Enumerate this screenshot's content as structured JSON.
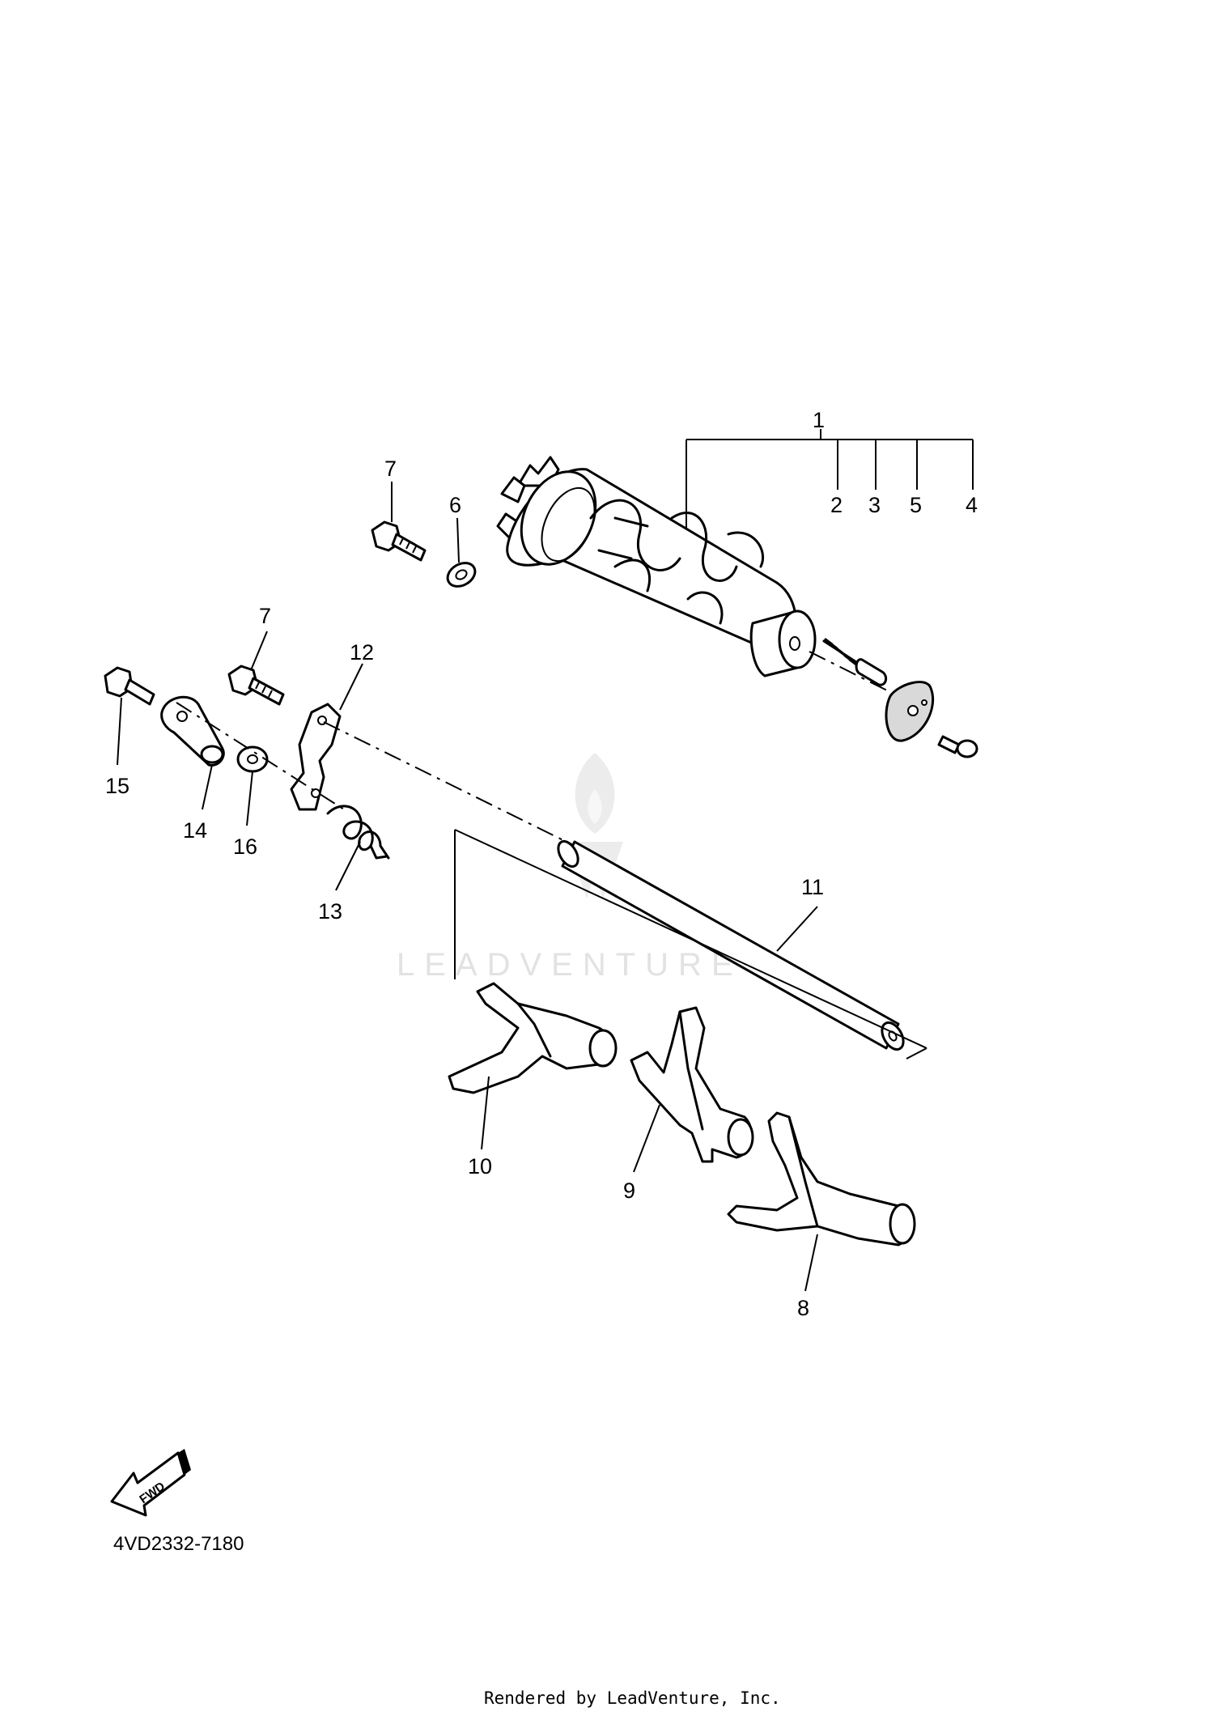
{
  "callouts": {
    "c1": "1",
    "c2": "2",
    "c3": "3",
    "c4": "4",
    "c5": "5",
    "c6": "6",
    "c7a": "7",
    "c7b": "7",
    "c8": "8",
    "c9": "9",
    "c10": "10",
    "c11": "11",
    "c12": "12",
    "c13": "13",
    "c14": "14",
    "c15": "15",
    "c16": "16"
  },
  "fwd_label": "FWD",
  "watermark": "LEADVENTURE",
  "diagram_code": "4VD2332-7180",
  "footer": "Rendered by LeadVenture, Inc."
}
